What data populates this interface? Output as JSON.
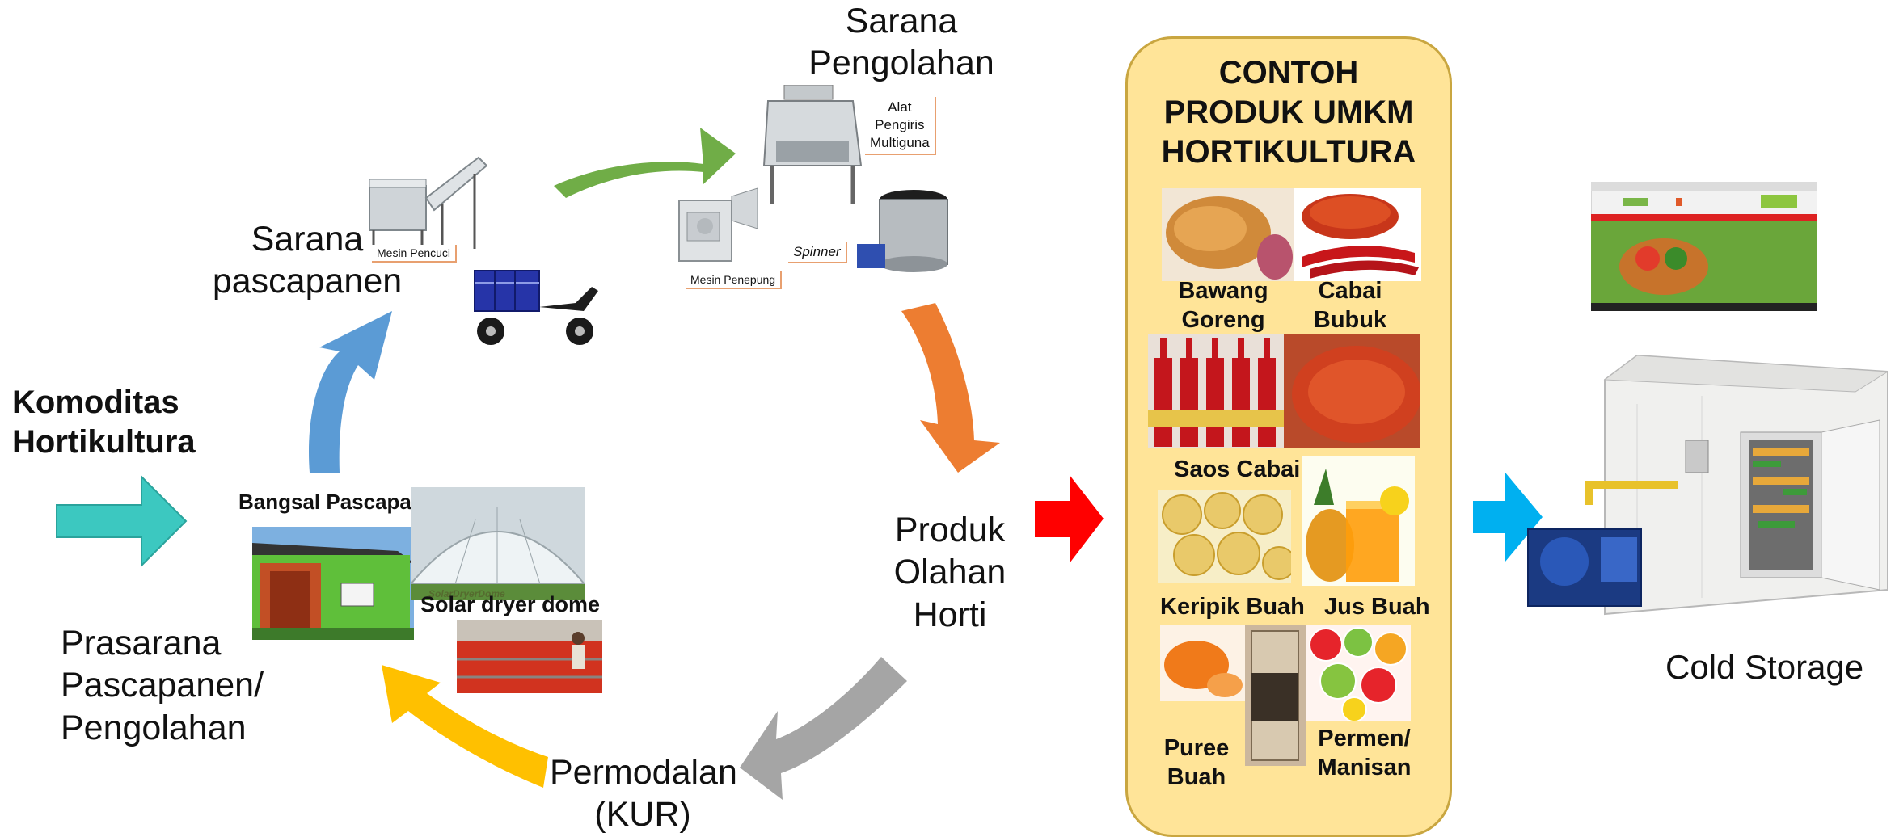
{
  "komoditas": {
    "line1": "Komoditas",
    "line2": "Hortikultura"
  },
  "sarana_pascapanen": {
    "line1": "Sarana",
    "line2": "pascapanen"
  },
  "sarana_pengolahan": {
    "line1": "Sarana",
    "line2": "Pengolahan"
  },
  "produk_olahan": {
    "line1": "Produk",
    "line2": "Olahan",
    "line3": "Horti"
  },
  "permodalan": {
    "line1": "Permodalan",
    "line2": "(KUR)"
  },
  "prasarana": {
    "line1": "Prasarana",
    "line2": "Pascapanen/",
    "line3": "Pengolahan"
  },
  "equipment": {
    "mesin_pencuci": "Mesin Pencuci",
    "alat_pengiris": {
      "line1": "Alat",
      "line2": "Pengiris",
      "line3": "Multiguna"
    },
    "spinner": "Spinner",
    "mesin_penepung": "Mesin Penepung"
  },
  "facilities": {
    "bangsal": "Bangsal Pascapanen",
    "solar_dryer": "Solar dryer dome",
    "solar_logo": "SolarDryerDome"
  },
  "panel": {
    "title_line1": "CONTOH",
    "title_line2": "PRODUK UMKM",
    "title_line3": "HORTIKULTURA",
    "products": {
      "bawang_goreng": {
        "line1": "Bawang",
        "line2": "Goreng"
      },
      "cabai_bubuk": {
        "line1": "Cabai",
        "line2": "Bubuk"
      },
      "saos_cabai": "Saos Cabai",
      "keripik_buah": "Keripik Buah",
      "jus_buah": "Jus Buah",
      "puree_buah": {
        "line1": "Puree",
        "line2": "Buah"
      },
      "permen_manisan": {
        "line1": "Permen/",
        "line2": "Manisan"
      }
    }
  },
  "cold_storage": "Cold Storage",
  "colors": {
    "teal_arrow": "#3cc8c0",
    "blue_arrow": "#5b9bd5",
    "green_arrow": "#70ad47",
    "orange_arrow": "#ed7d31",
    "gray_arrow": "#a5a5a5",
    "yellow_arrow": "#ffc000",
    "red_arrow": "#ff0000",
    "cyan_arrow": "#00b0f0",
    "panel_fill": "#ffe498"
  }
}
